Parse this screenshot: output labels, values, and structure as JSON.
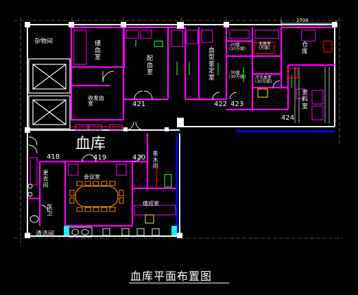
{
  "plan": {
    "title": "血库平面布置图",
    "main_label": "血库",
    "dimension": "2700",
    "rooms": {
      "storage_misc": "杂物间",
      "blood_storage": "储血室",
      "dispensing": "配血室",
      "blood_type": "血型鉴定室",
      "receiving": "收发血室",
      "minus20": "-20度\n(10万级)",
      "minus30": "-30度\n(30万级)",
      "sterile": "无菌室\n(万级)",
      "refrigeration": "冷冻血室\n(30万级)",
      "warehouse": "仓库",
      "archive": "资料室",
      "tea_water": "茶水间",
      "meeting": "会议室",
      "duty": "值班室",
      "changing": "更衣间",
      "medical_toilet": "医卫",
      "cleaning": "清洁间"
    },
    "room_numbers": {
      "r418": "418",
      "r419": "419",
      "r420": "420",
      "r421": "421",
      "r422": "422",
      "r423": "423",
      "r424": "424"
    },
    "colors": {
      "wall": "#ff00ff",
      "outline": "#ffffff",
      "door": "#ffffff",
      "fixture": "#00ff00",
      "glass": "#0000ff",
      "accent_red": "#ff0000",
      "furniture": "#ff8800",
      "cyan": "#00ffff",
      "yellow": "#ffff00"
    }
  }
}
